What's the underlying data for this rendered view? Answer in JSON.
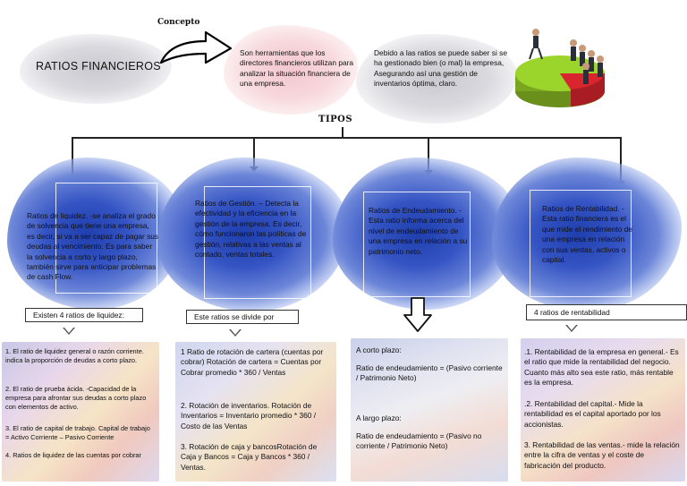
{
  "title": "RATIOS FINANCIEROS",
  "concept_label": "Concepto",
  "concept_text": "Son herramientas que los directores financieros utilizan para analizar la situación financiera de una empresa.",
  "purpose_text": "Debido a las ratios se puede saber si se ha gestionado bien (o mal) la empresa, Asegurando así una gestión de inventarios óptima, claro.",
  "tipos_label": "TIPOS",
  "types": [
    {
      "text": "Ratios de liquidez. -se analiza el grado de solvencia que tiene una empresa, es decir, si va a ser capaz de pagar sus deudas al vencimiento. Es para saber la solvencia a corto y largo plazo, también sirve para anticipar problemas de cash Flow."
    },
    {
      "text": "Ratios de Gestión. – Detecta la efectividad y la eficiencia en la gestión de la empresa. Es decir, cómo funcionaron las políticas de gestión, relativas a las ventas al contado, ventas totales."
    },
    {
      "text": "Ratios de Endeudamiento. -Esta ratio informa acerca del nivel de endeudamiento de una empresa en relación a su patrimonio neto."
    },
    {
      "text": "Ratios de Rentabilidad. -Esta ratio financiera es el que mide el rendimiento de una empresa en relación con sus ventas, activos o capital."
    }
  ],
  "subheaders": [
    "Existen 4 ratios de liquidez:",
    "Este ratios se divide por",
    "4 ratios de rentabilidad"
  ],
  "detail_liquidez": [
    "1. El ratio de liquidez general o razón corriente. indica la proporción de deudas a corto plazo.",
    "2. El ratio de prueba ácida. -Capacidad de la empresa para afrontar sus deudas a corto plazo con elementos de activo.",
    "3. El ratio de capital de trabajo. Capital de trabajo = Activo Corriente – Pasivo Corriente",
    "4. Ratios de liquidez de las cuentas por cobrar"
  ],
  "detail_gestion": [
    "1 Ratio de rotación de cartera (cuentas por cobrar) Rotación de cartera = Cuentas por Cobrar promedio * 360 / Ventas",
    "2. Rotación de inventarios. Rotación de Inventarios = Inventario promedio * 360 / Costo de las Ventas",
    "3. Rotación de caja y bancosRotación de Caja y Bancos = Caja y Bancos * 360 / Ventas."
  ],
  "detail_endeudamiento": [
    "A corto plazo:",
    "Ratio de endeudamiento = (Pasivo corriente / Patrimonio Neto)",
    "A largo plazo:",
    "Ratio de endeudamiento = (Pasivo no corriente / Patrimonio Neto)"
  ],
  "detail_rentabilidad": [
    ".1. Rentabilidad de la empresa en general.- Es el ratio que mide la rentabilidad del negocio. Cuanto más alto sea este ratio, más rentable es la empresa.",
    ".2. Rentabilidad del capital.- Mide la rentabilidad es el capital aportado por los accionistas.",
    "3. Rentabilidad de las ventas.- mide la relación entre la cifra de ventas y el coste de fabricación del producto."
  ],
  "colors": {
    "blue_wash": "#2b48b8",
    "pie_green": "#9bd42a",
    "pie_red": "#d8252e"
  }
}
